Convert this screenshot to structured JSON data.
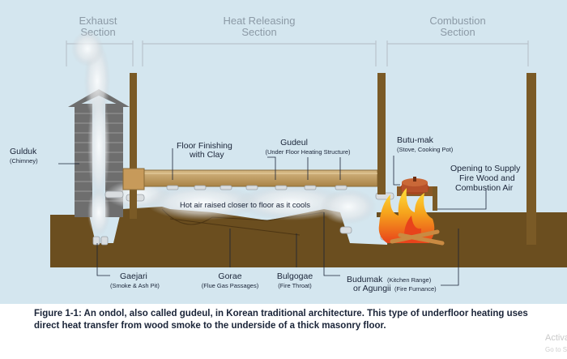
{
  "sections": {
    "exhaust": {
      "line1": "Exhaust",
      "line2": "Section"
    },
    "heat_releasing": {
      "line1": "Heat Releasing",
      "line2": "Section"
    },
    "combustion": {
      "line1": "Combustion",
      "line2": "Section"
    }
  },
  "labels": {
    "gulduk": {
      "name": "Gulduk",
      "sub": "(Chimney)"
    },
    "floor_finishing": {
      "line1": "Floor Finishing",
      "line2": "with Clay"
    },
    "gudeul": {
      "name": "Gudeul",
      "sub": "(Under Floor Heating Structure)"
    },
    "butu_mak": {
      "name": "Butu-mak",
      "sub": "(Stove, Cooking Pot)"
    },
    "opening": {
      "line1": "Opening to Supply",
      "line2": "Fire Wood and",
      "line3": "Combustion Air"
    },
    "hot_air": "Hot air raised closer to floor as it cools",
    "gaejari": {
      "name": "Gaejari",
      "sub": "(Smoke & Ash Pit)"
    },
    "gorae": {
      "name": "Gorae",
      "sub": "(Flue Gas Passages)"
    },
    "bulgogae": {
      "name": "Bulgogae",
      "sub": "(Fire Throat)"
    },
    "budumak": {
      "name": "Budumak",
      "sub": "(Kitchen Range)",
      "name2": "or Agungii",
      "sub2": "(Fire Furnance)"
    }
  },
  "caption": "Figure 1-1: An ondol, also called gudeul, in Korean traditional architecture. This type of underfloor heating uses direct heat transfer from wood smoke to the underside of a thick masonry floor.",
  "watermark": {
    "line1": "Activa",
    "line2": "Go to Se"
  },
  "colors": {
    "background": "#d4e6ef",
    "ground": "#6b4e1f",
    "wall": "#7a5a26",
    "chimney": "#6e6e6e",
    "floor_slab": "#c2a06a",
    "fire": "#f6a41c",
    "label_text": "#1a2438",
    "section_text": "#8c9aa6"
  }
}
